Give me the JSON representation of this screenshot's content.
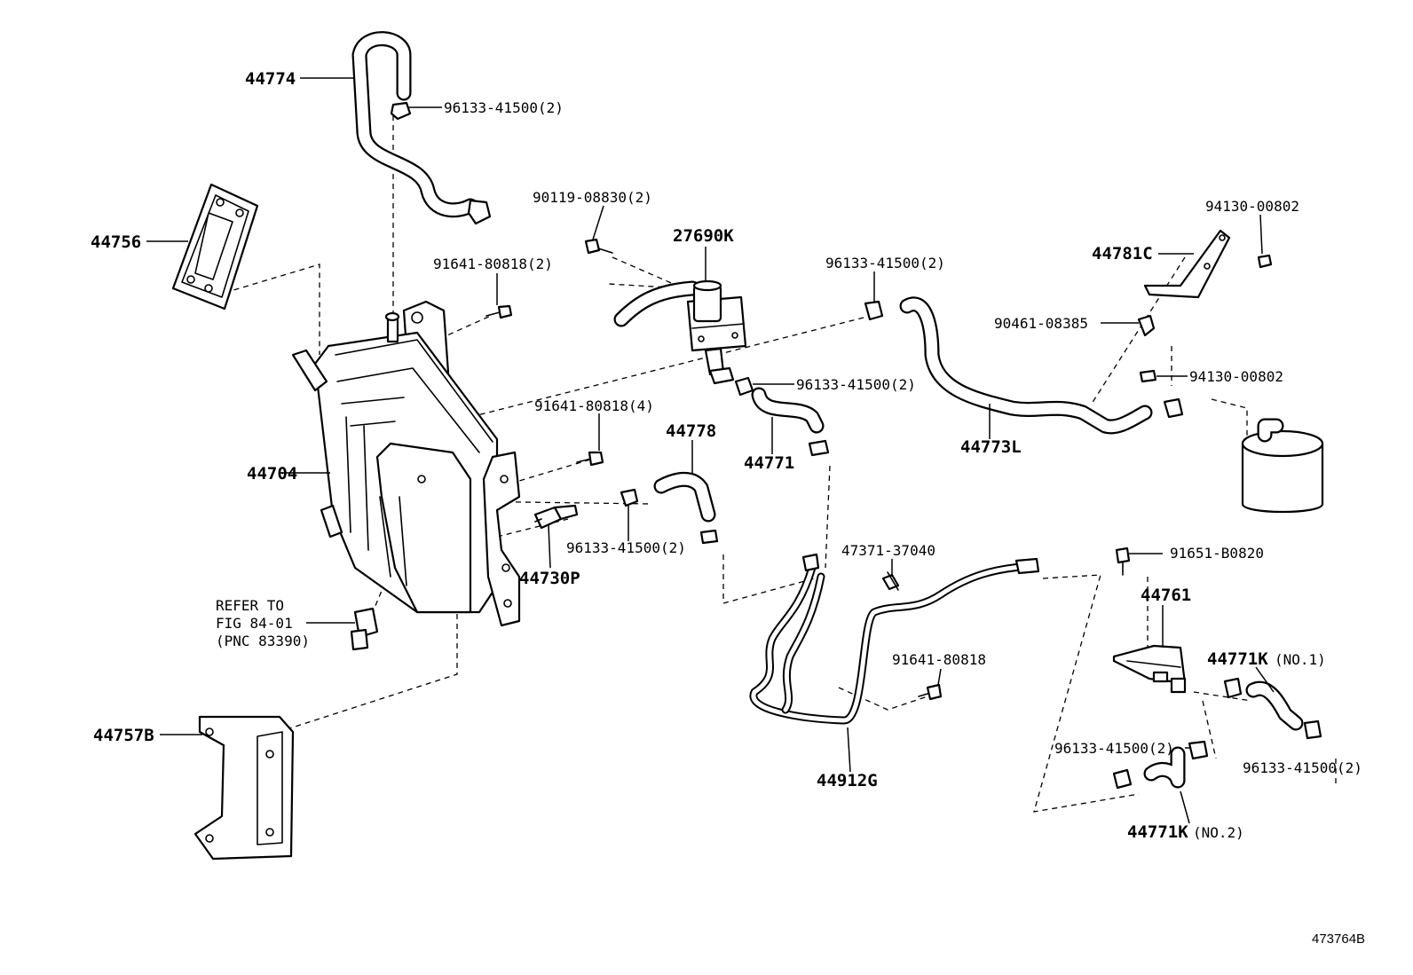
{
  "labels": {
    "p44774": "44774",
    "p96133_top": "96133-41500(2)",
    "p44756": "44756",
    "p91641_2": "91641-80818(2)",
    "p90119": "90119-08830(2)",
    "p27690K": "27690K",
    "p96133_mid": "96133-41500(2)",
    "p94130_top": "94130-00802",
    "p44781C": "44781C",
    "p90461": "90461-08385",
    "p94130_bot": "94130-00802",
    "p96133_valve": "96133-41500(2)",
    "p91641_4": "91641-80818(4)",
    "p44778": "44778",
    "p44771": "44771",
    "p44773L": "44773L",
    "p44704": "44704",
    "p96133_low": "96133-41500(2)",
    "p44730P": "44730P",
    "p47371": "47371-37040",
    "p91651": "91651-B0820",
    "p44761": "44761",
    "p44771K1": "44771K",
    "p44771K1_suffix": "(NO.1)",
    "p91641_single": "91641-80818",
    "p96133_k": "96133-41500(2)",
    "p96133_right": "96133-41500(2)",
    "p44771K2": "44771K",
    "p44771K2_suffix": "(NO.2)",
    "p44912G": "44912G",
    "p44757B": "44757B"
  },
  "refer_note": {
    "line1": "REFER TO",
    "line2": "FIG 84-01",
    "line3": "(PNC 83390)"
  },
  "figure_id": "473764B"
}
